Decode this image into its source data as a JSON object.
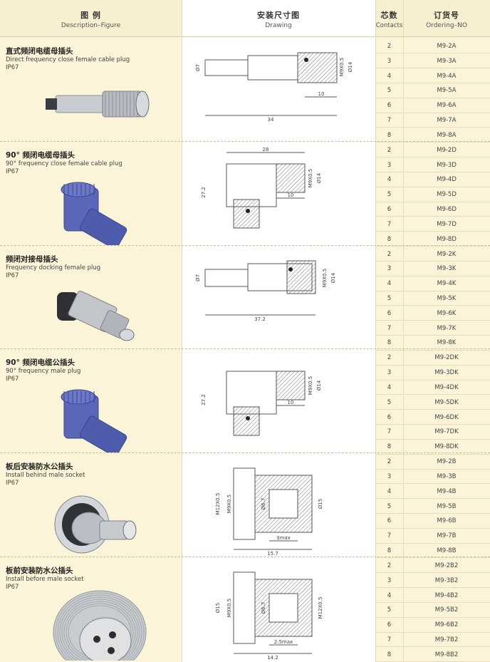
{
  "header": {
    "figure_zh": "图 例",
    "figure_en": "Description–Figure",
    "drawing_zh": "安装尺寸图",
    "drawing_en": "Drawing",
    "contacts_zh": "芯数",
    "contacts_en": "Contacts",
    "ordering_zh": "订货号",
    "ordering_en": "Ordering–NO"
  },
  "groups": [
    {
      "title_zh": "直式频闭电缆母插头",
      "title_en": "Direct frequency close female cable plug",
      "rating": "IP67",
      "dims": [
        "Ø7",
        "M9X0.5",
        "Ø14",
        "10",
        "34"
      ],
      "rows": [
        {
          "contacts": "2",
          "order": "M9-2A"
        },
        {
          "contacts": "3",
          "order": "M9-3A"
        },
        {
          "contacts": "4",
          "order": "M9-4A"
        },
        {
          "contacts": "5",
          "order": "M9-5A"
        },
        {
          "contacts": "6",
          "order": "M9-6A"
        },
        {
          "contacts": "7",
          "order": "M9-7A"
        },
        {
          "contacts": "8",
          "order": "M9-8A"
        }
      ]
    },
    {
      "title_zh": "90° 频闭电缆母插头",
      "title_en": "90°  frequency close female cable plug",
      "rating": "IP67",
      "dims": [
        "28",
        "27.2",
        "M9X0.5",
        "Ø14",
        "10"
      ],
      "rows": [
        {
          "contacts": "2",
          "order": "M9-2D"
        },
        {
          "contacts": "3",
          "order": "M9-3D"
        },
        {
          "contacts": "4",
          "order": "M9-4D"
        },
        {
          "contacts": "5",
          "order": "M9-5D"
        },
        {
          "contacts": "6",
          "order": "M9-6D"
        },
        {
          "contacts": "7",
          "order": "M9-7D"
        },
        {
          "contacts": "8",
          "order": "M9-8D"
        }
      ]
    },
    {
      "title_zh": "频闭对接母插头",
      "title_en": "Frequency docking female plug",
      "rating": "IP67",
      "dims": [
        "Ø7",
        "M9X0.5",
        "Ø14",
        "37.2"
      ],
      "rows": [
        {
          "contacts": "2",
          "order": "M9-2K"
        },
        {
          "contacts": "3",
          "order": "M9-3K"
        },
        {
          "contacts": "4",
          "order": "M9-4K"
        },
        {
          "contacts": "5",
          "order": "M9-5K"
        },
        {
          "contacts": "6",
          "order": "M9-6K"
        },
        {
          "contacts": "7",
          "order": "M9-7K"
        },
        {
          "contacts": "8",
          "order": "M9-8K"
        }
      ]
    },
    {
      "title_zh": "90° 频闭电缆公插头",
      "title_en": "90°  frequency male plug",
      "rating": "IP67",
      "dims": [
        "27.2",
        "M9X0.5",
        "Ø14",
        "10"
      ],
      "rows": [
        {
          "contacts": "2",
          "order": "M9-2DK"
        },
        {
          "contacts": "3",
          "order": "M9-3DK"
        },
        {
          "contacts": "4",
          "order": "M9-4DK"
        },
        {
          "contacts": "5",
          "order": "M9-5DK"
        },
        {
          "contacts": "6",
          "order": "M9-6DK"
        },
        {
          "contacts": "7",
          "order": "M9-7DK"
        },
        {
          "contacts": "8",
          "order": "M9-8DK"
        }
      ]
    },
    {
      "title_zh": "板后安装防水公插头",
      "title_en": "Install behind male socket",
      "rating": "IP67",
      "dims": [
        "M12X0.5",
        "M9X0.5",
        "Ø6.7",
        "Ø15",
        "3max",
        "15.7"
      ],
      "rows": [
        {
          "contacts": "2",
          "order": "M9-2B"
        },
        {
          "contacts": "3",
          "order": "M9-3B"
        },
        {
          "contacts": "4",
          "order": "M9-4B"
        },
        {
          "contacts": "5",
          "order": "M9-5B"
        },
        {
          "contacts": "6",
          "order": "M9-6B"
        },
        {
          "contacts": "7",
          "order": "M9-7B"
        },
        {
          "contacts": "8",
          "order": "M9-8B"
        }
      ]
    },
    {
      "title_zh": "板前安装防水公插头",
      "title_en": "Install before male socket",
      "rating": "IP67",
      "dims": [
        "Ø15",
        "M9X0.5",
        "Ø6.7",
        "M12X0.5",
        "2.5max",
        "14.2"
      ],
      "rows": [
        {
          "contacts": "2",
          "order": "M9-2B2"
        },
        {
          "contacts": "3",
          "order": "M9-3B2"
        },
        {
          "contacts": "4",
          "order": "M9-4B2"
        },
        {
          "contacts": "5",
          "order": "M9-5B2"
        },
        {
          "contacts": "6",
          "order": "M9-6B2"
        },
        {
          "contacts": "7",
          "order": "M9-7B2"
        },
        {
          "contacts": "8",
          "order": "M9-8B2"
        }
      ]
    }
  ]
}
